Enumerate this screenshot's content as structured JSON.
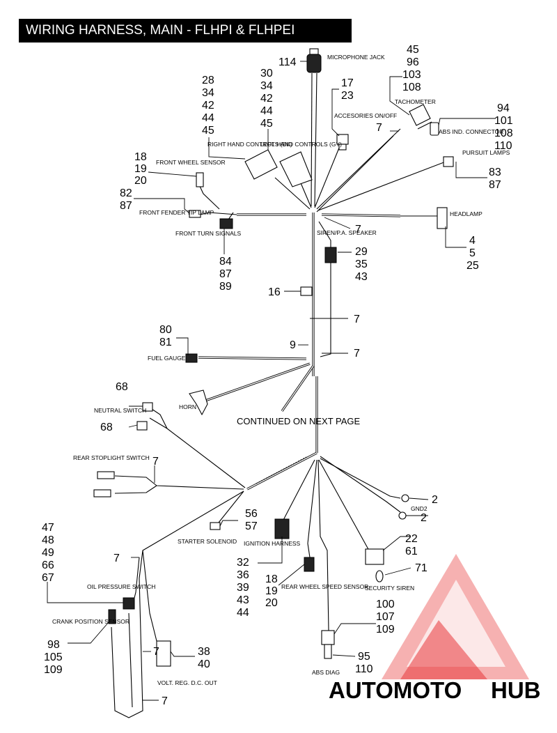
{
  "title": "WIRING HARNESS, MAIN - FLHPI & FLHPEI",
  "components": {
    "microphone_jack": {
      "label": "MICROPHONE JACK",
      "callouts": [
        "114"
      ]
    },
    "right_hand_controls": {
      "label": "RIGHT HAND CONTROLS (BK)",
      "callouts": [
        "28",
        "34",
        "42",
        "44",
        "45"
      ]
    },
    "left_hand_controls": {
      "label": "LEFT HAND CONTROLS (GY)",
      "callouts": [
        "30",
        "34",
        "42",
        "44",
        "45"
      ]
    },
    "accessories": {
      "label": "ACCESORIES ON/OFF",
      "callouts": [
        "17",
        "23"
      ]
    },
    "tachometer": {
      "label": "TACHOMETER",
      "callouts": [
        "45",
        "96",
        "103",
        "108"
      ]
    },
    "abs_connector": {
      "label": "ABS IND. CONNECTOR",
      "callouts": [
        "94",
        "101",
        "108",
        "110"
      ]
    },
    "pursuit_lamps": {
      "label": "PURSUIT LAMPS",
      "callouts": [
        "83",
        "87"
      ]
    },
    "headlamp": {
      "label": "HEADLAMP",
      "callouts": [
        "4",
        "5",
        "25"
      ]
    },
    "front_wheel_sensor": {
      "label": "FRONT WHEEL SENSOR",
      "callouts": [
        "18",
        "19",
        "20"
      ]
    },
    "front_fender_tip_lamp": {
      "label": "FRONT FENDER TIP LAMP",
      "callouts": [
        "82",
        "87"
      ]
    },
    "front_turn_signals": {
      "label": "FRONT TURN SIGNALS",
      "callouts": [
        "84",
        "87",
        "89"
      ]
    },
    "siren_speaker": {
      "label": "SIREN/P.A. SPEAKER",
      "callouts": [
        "29",
        "35",
        "43"
      ]
    },
    "fuel_gauge": {
      "label": "FUEL GAUGE",
      "callouts": [
        "80",
        "81"
      ]
    },
    "horn": {
      "label": "HORN"
    },
    "neutral_switch": {
      "label": "NEUTRAL SWITCH",
      "callouts": [
        "68",
        "68"
      ]
    },
    "rear_stoplight_switch": {
      "label": "REAR STOPLIGHT SWITCH"
    },
    "starter_solenoid": {
      "label": "STARTER SOLENOID",
      "callouts": [
        "56",
        "57"
      ]
    },
    "ignition_harness": {
      "label": "IGNITION HARNESS",
      "callouts": [
        "32",
        "36",
        "39",
        "43",
        "44"
      ]
    },
    "rear_wheel_speed_sensor": {
      "label": "REAR WHEEL SPEED SENSOR",
      "callouts": [
        "18",
        "19",
        "20"
      ]
    },
    "gnd2": {
      "label": "GND2",
      "callouts": [
        "2",
        "2"
      ]
    },
    "security_siren": {
      "label": "SECURITY SIREN",
      "callouts": [
        "22",
        "61",
        "71",
        "100",
        "107",
        "109"
      ]
    },
    "abs_diag": {
      "label": "ABS DIAG",
      "callouts": [
        "95",
        "110"
      ]
    },
    "oil_pressure_switch": {
      "label": "OIL PRESSURE SWITCH",
      "callouts": [
        "47",
        "48",
        "49",
        "66",
        "67"
      ]
    },
    "crank_position_sensor": {
      "label": "CRANK POSITION SENSOR",
      "callouts": [
        "98",
        "105",
        "109"
      ]
    },
    "voltage_regulator": {
      "label": "VOLT. REG. D.C. OUT",
      "callouts": [
        "38",
        "40"
      ]
    }
  },
  "misc_callouts": {
    "clip": "16",
    "tie": "7",
    "ground": "9"
  },
  "continued_note": "CONTINUED ON NEXT PAGE",
  "watermark": {
    "text_a": "AUTOMOTO",
    "text_b": "HUB",
    "accent": "#e8373a",
    "accent_light": "#f5a3a3",
    "gold": "#f5b33a",
    "gray": "#8a8a8a"
  }
}
